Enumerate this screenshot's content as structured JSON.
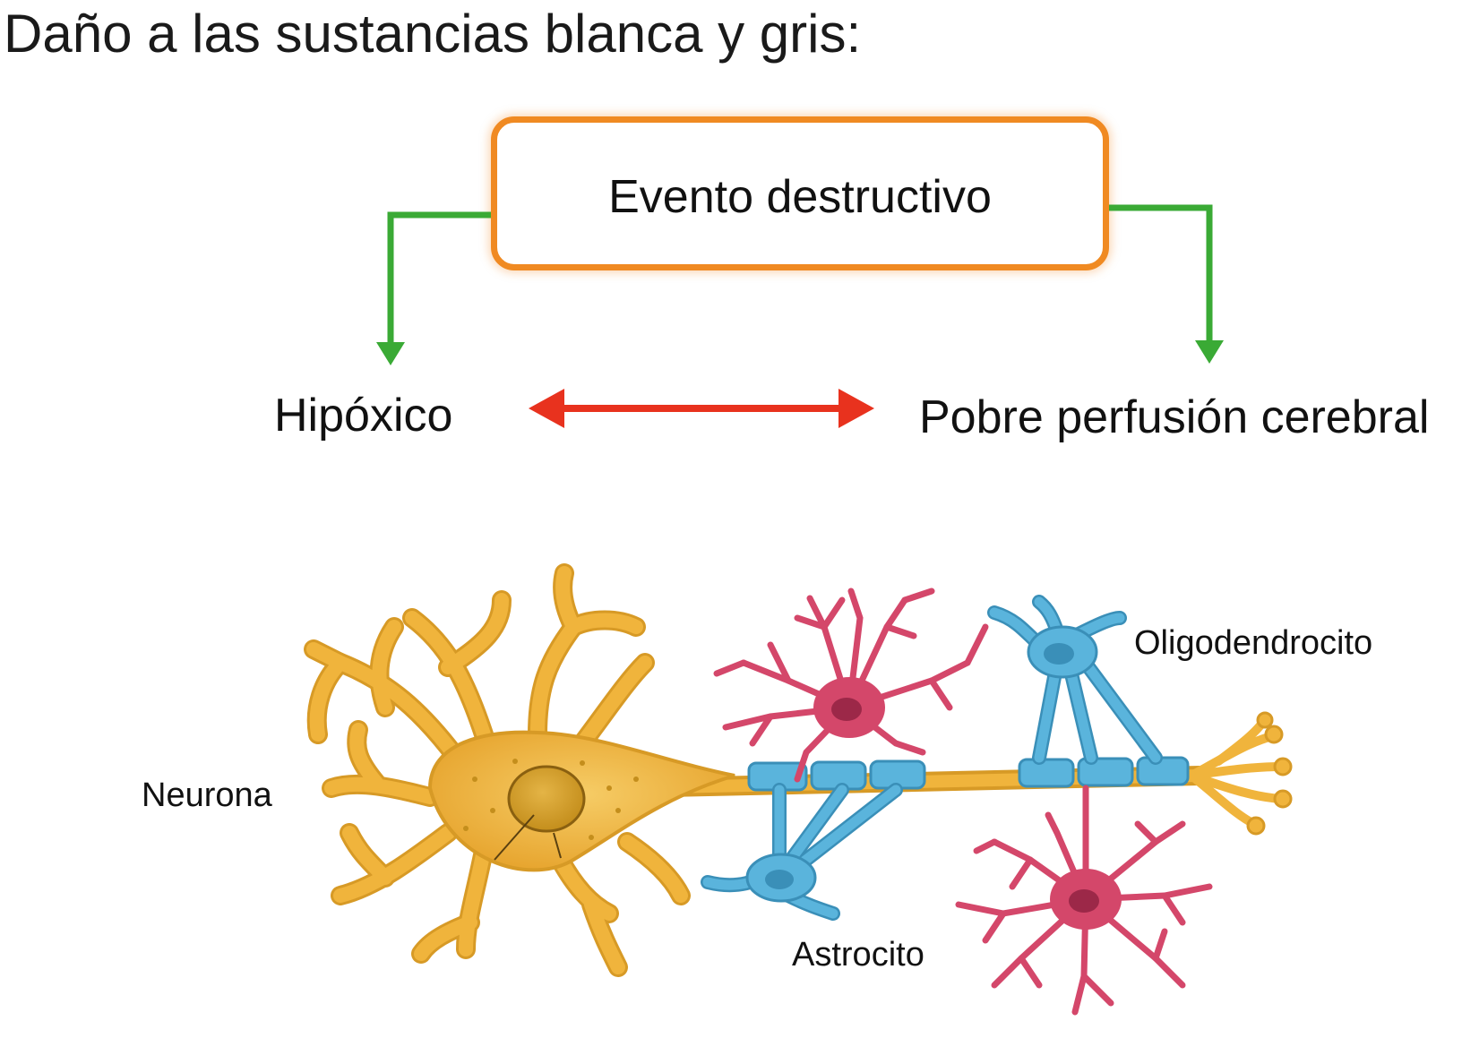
{
  "title": "Daño a las sustancias blanca y gris:",
  "flow": {
    "event": "Evento destructivo",
    "left_outcome": "Hipóxico",
    "right_outcome": "Pobre perfusión cerebral"
  },
  "cells": {
    "neuron": "Neurona",
    "astrocyte": "Astrocito",
    "oligodendrocyte": "Oligodendrocito"
  },
  "colors": {
    "box_border": "#f08a22",
    "green_arrow": "#3aaa35",
    "red_arrow": "#e8321e",
    "neuron": "#f0b43c",
    "neuron_dark": "#c98a18",
    "astrocyte": "#d4476a",
    "oligodendrocyte": "#5ab4dc"
  }
}
